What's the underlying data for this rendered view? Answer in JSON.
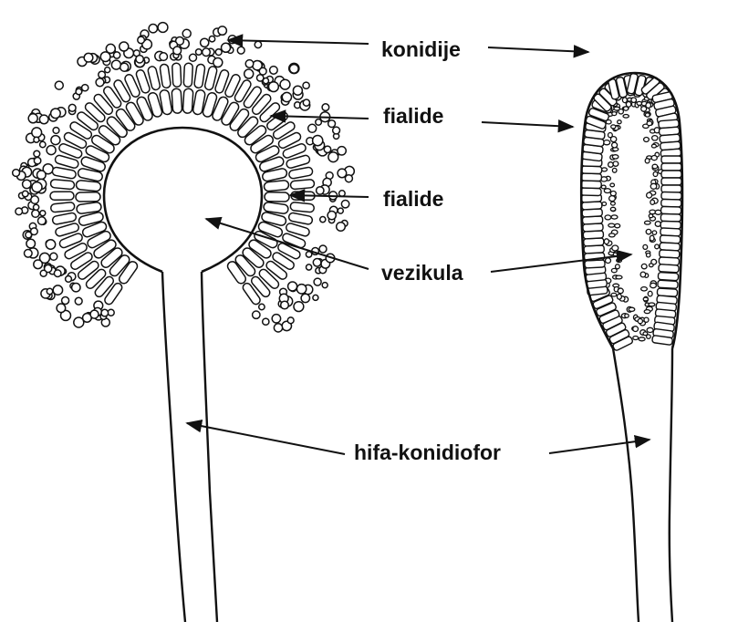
{
  "labels": {
    "conidia": "konidije",
    "phialides_outer": "fialide",
    "phialides_inner": "fialide",
    "vesicle": "vezikula",
    "hypha": "hifa-konidiofor"
  },
  "colors": {
    "ink": "#111111",
    "background": "#ffffff"
  }
}
